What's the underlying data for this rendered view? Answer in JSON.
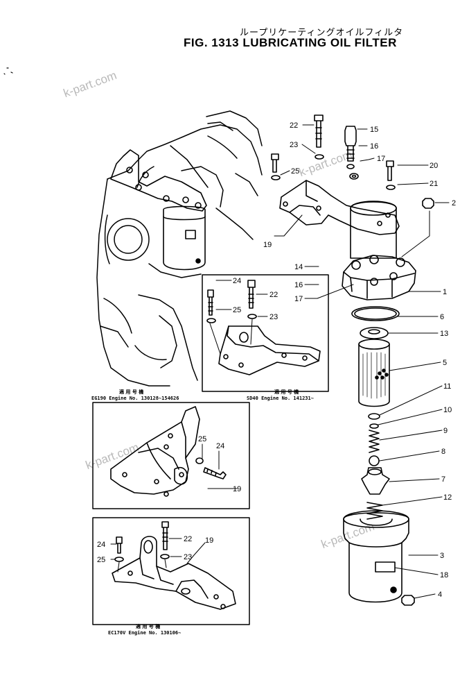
{
  "header": {
    "title_jp": "ループリケーティングオイルフィルタ",
    "title": "FIG. 1313  LUBRICATING OIL FILTER"
  },
  "watermarks": [
    "k-part.com",
    "k-part.com",
    "k-part.com",
    "k-part.com"
  ],
  "insets": [
    {
      "jp": "適 用 号 機",
      "text": "EG190  Engine  No. 130128~154626"
    },
    {
      "jp": "適 用 号 機",
      "text": "SD40  Engine  No. 141231~"
    },
    {
      "jp": "適 用 号 機",
      "text": "EC170V  Engine  No. 130106~"
    }
  ],
  "callouts": {
    "main": [
      "22",
      "15",
      "23",
      "16",
      "17",
      "20",
      "25",
      "21",
      "2",
      "19",
      "14",
      "1",
      "16",
      "17",
      "6",
      "13",
      "5",
      "11",
      "10",
      "9",
      "8",
      "7",
      "12",
      "3",
      "18",
      "4"
    ],
    "inset_sd40": [
      "24",
      "22",
      "25",
      "23"
    ],
    "inset_bl": [
      "25",
      "24",
      "19"
    ],
    "inset_bl2": [
      "22",
      "19",
      "24",
      "25",
      "23"
    ]
  }
}
